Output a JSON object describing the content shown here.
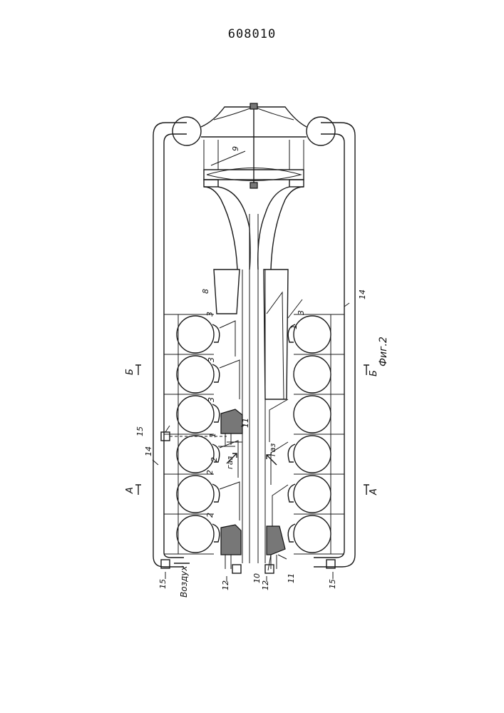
{
  "page_number": "608010",
  "figure_caption": "Фиг.2",
  "labels": {
    "air": "Воздух",
    "gas_left": "газ",
    "gas_right": "газ",
    "section_a_left": "А",
    "section_a_right": "А",
    "section_b_left": "Б",
    "section_b_right": "Б",
    "n1_1": "1",
    "n1_2": "1",
    "n2_1": "2",
    "n2_2": "2",
    "n2_3": "2",
    "n3_1": "3",
    "n3_2": "3",
    "n3_3": "3",
    "n3_4": "3",
    "n8": "8",
    "n9": "9",
    "n10": "10",
    "n11_1": "11",
    "n11_2": "11",
    "n12_1": "12",
    "n12_2": "12",
    "n14_1": "14",
    "n14_2": "14",
    "n15_1": "15",
    "n15_2": "15",
    "n15_3": "15"
  }
}
